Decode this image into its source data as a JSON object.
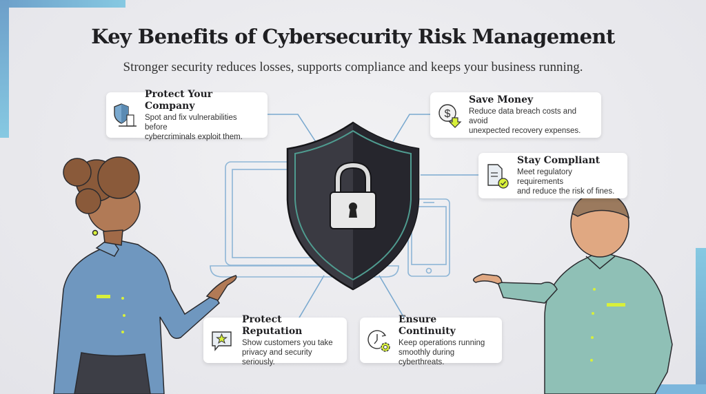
{
  "header": {
    "title": "Key Benefits of Cybersecurity Risk Management",
    "subtitle": "Stronger security reduces losses, supports compliance and keeps your business running."
  },
  "benefits": [
    {
      "title": "Protect Your Company",
      "desc1": "Spot and fix vulnerabilities before",
      "desc2": "cybercriminals exploit them.",
      "icon": "shield-building-icon"
    },
    {
      "title": "Save Money",
      "desc1": "Reduce data breach costs and avoid",
      "desc2": "unexpected recovery expenses.",
      "icon": "dollar-down-arrow-icon"
    },
    {
      "title": "Stay Compliant",
      "desc1": "Meet regulatory requirements",
      "desc2": "and reduce the risk of fines.",
      "icon": "document-check-icon"
    },
    {
      "title": "Protect Reputation",
      "desc1": "Show customers you take",
      "desc2": "privacy and security seriously.",
      "icon": "chat-star-icon"
    },
    {
      "title": "Ensure Continuity",
      "desc1": "Keep operations running",
      "desc2": "smoothly during cyberthreats.",
      "icon": "clock-gear-icon"
    }
  ],
  "colors": {
    "accent_blue": "#7aa9cf",
    "shield_dark": "#2e2e35",
    "shield_trim": "#4f9c90",
    "highlight_yellow": "#d8f03a",
    "woman_shirt": "#6f97bf",
    "man_shirt": "#8fc0b6"
  }
}
